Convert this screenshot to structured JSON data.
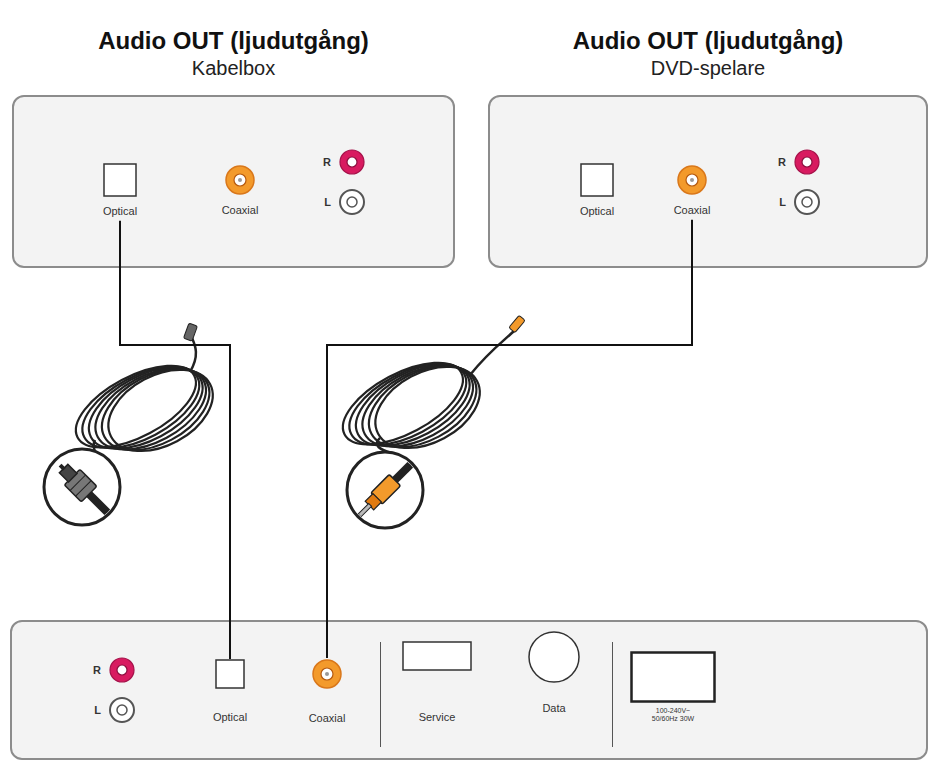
{
  "diagram": {
    "nodes": [
      {
        "text": [
          "Audio OUT (ljudutgång)",
          "Kabelbox"
        ]
      },
      {
        "text": [
          "Optical"
        ],
        "in": 0
      },
      {
        "text": [
          "Coaxial"
        ],
        "in": 0
      },
      {
        "text": [
          "R"
        ],
        "in": 0
      },
      {
        "text": [
          "L"
        ],
        "in": 0
      },
      {
        "text": [
          "Audio OUT (ljudutgång)",
          "DVD-spelare"
        ]
      },
      {
        "text": [
          "Optical"
        ],
        "in": 5
      },
      {
        "text": [
          "Coaxial"
        ],
        "in": 5
      },
      {
        "text": [
          "R"
        ],
        "in": 5
      },
      {
        "text": [
          "L"
        ],
        "in": 5
      },
      {},
      {
        "text": [
          "R"
        ],
        "in": 10
      },
      {
        "text": [
          "L"
        ],
        "in": 10
      },
      {
        "text": [
          "Optical"
        ],
        "in": 10
      },
      {
        "text": [
          "Coaxial"
        ],
        "in": 10
      },
      {
        "text": [
          "Service"
        ],
        "in": 10
      },
      {
        "text": [
          "Data"
        ],
        "in": 10
      },
      {
        "text": [
          "100-240V~ 50/60Hz 30W"
        ],
        "in": 10
      }
    ],
    "edges": [
      {
        "from": 1,
        "to": 13,
        "arrow": "none"
      },
      {
        "from": 7,
        "to": 14,
        "arrow": "none"
      }
    ]
  }
}
